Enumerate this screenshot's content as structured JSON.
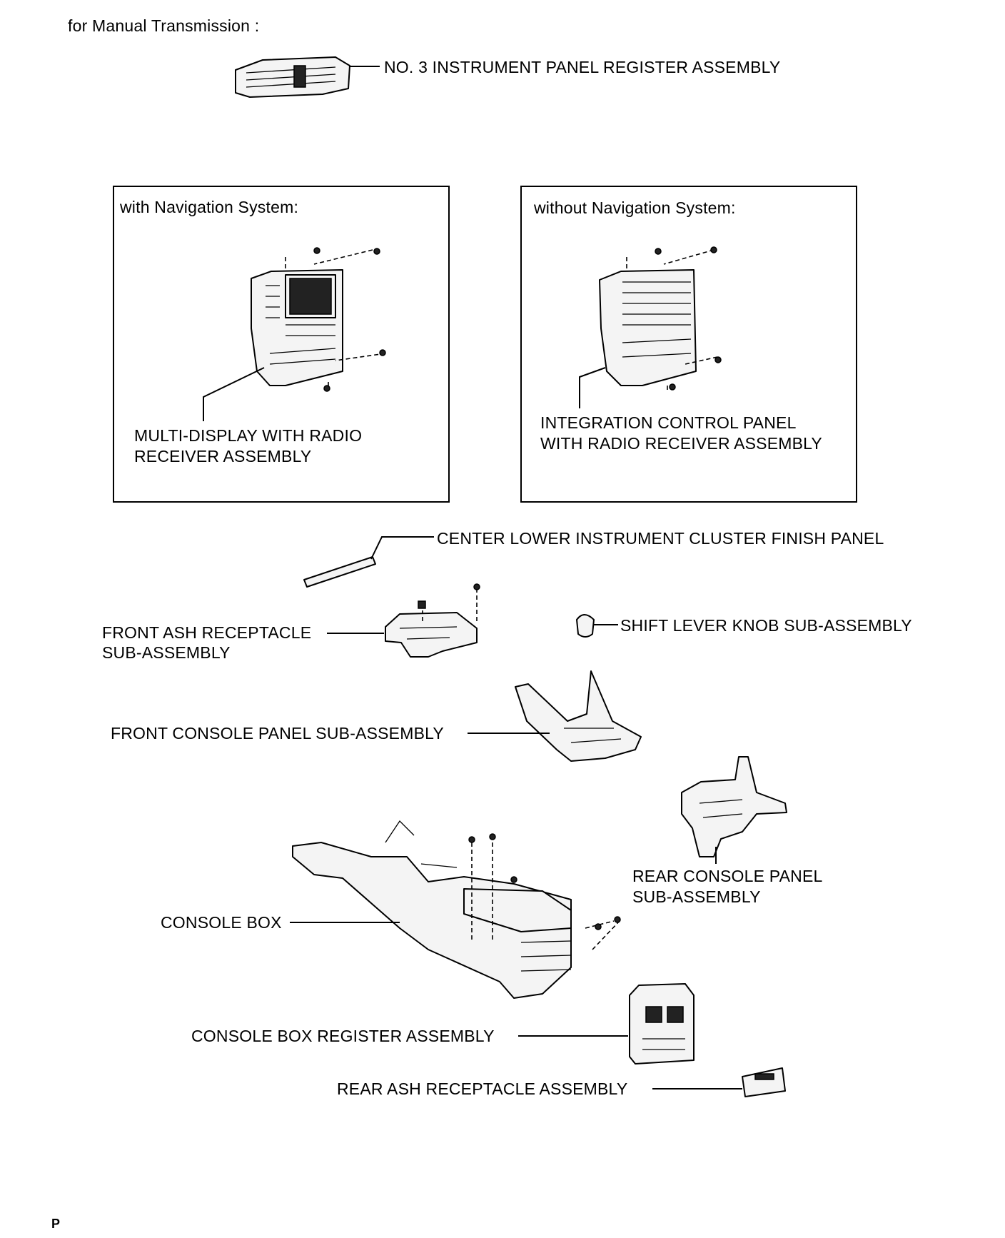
{
  "header": {
    "condition": "for Manual  Transmission  :"
  },
  "boxes": {
    "with_nav": {
      "title": "with Navigation System:",
      "label": [
        "MULTI-DISPLAY WITH RADIO",
        "RECEIVER ASSEMBLY"
      ]
    },
    "without_nav": {
      "title": "without Navigation System:",
      "label": [
        "INTEGRATION CONTROL PANEL",
        "WITH RADIO RECEIVER ASSEMBLY"
      ]
    }
  },
  "labels": {
    "register3": "NO. 3 INSTRUMENT PANEL REGISTER ASSEMBLY",
    "center_lower": "CENTER LOWER INSTRUMENT CLUSTER FINISH PANEL",
    "front_ash": [
      "FRONT ASH RECEPTACLE",
      "SUB-ASSEMBLY"
    ],
    "shift_knob": "SHIFT LEVER KNOB SUB-ASSEMBLY",
    "front_console": "FRONT CONSOLE PANEL SUB-ASSEMBLY",
    "rear_console": [
      "REAR CONSOLE PANEL",
      "SUB-ASSEMBLY"
    ],
    "console_box": "CONSOLE BOX",
    "console_register": "CONSOLE BOX REGISTER ASSEMBLY",
    "rear_ash": "REAR ASH RECEPTACLE ASSEMBLY"
  },
  "footer": {
    "code": "P"
  }
}
